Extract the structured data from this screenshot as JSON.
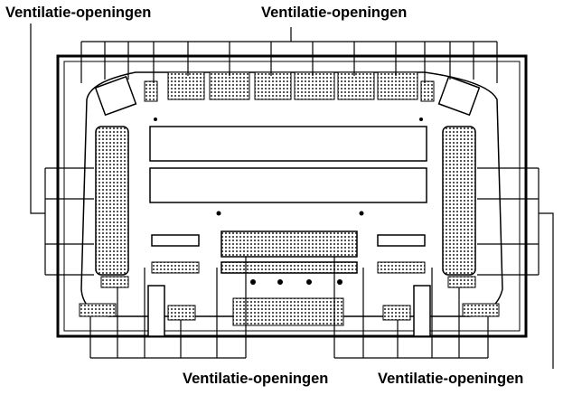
{
  "labels": {
    "top_left": "Ventilatie-openingen",
    "top_center": "Ventilatie-openingen",
    "bottom_left": "Ventilatie-openingen",
    "bottom_right": "Ventilatie-openingen"
  },
  "colors": {
    "line": "#000000",
    "vent": "#555555",
    "background": "#ffffff"
  }
}
